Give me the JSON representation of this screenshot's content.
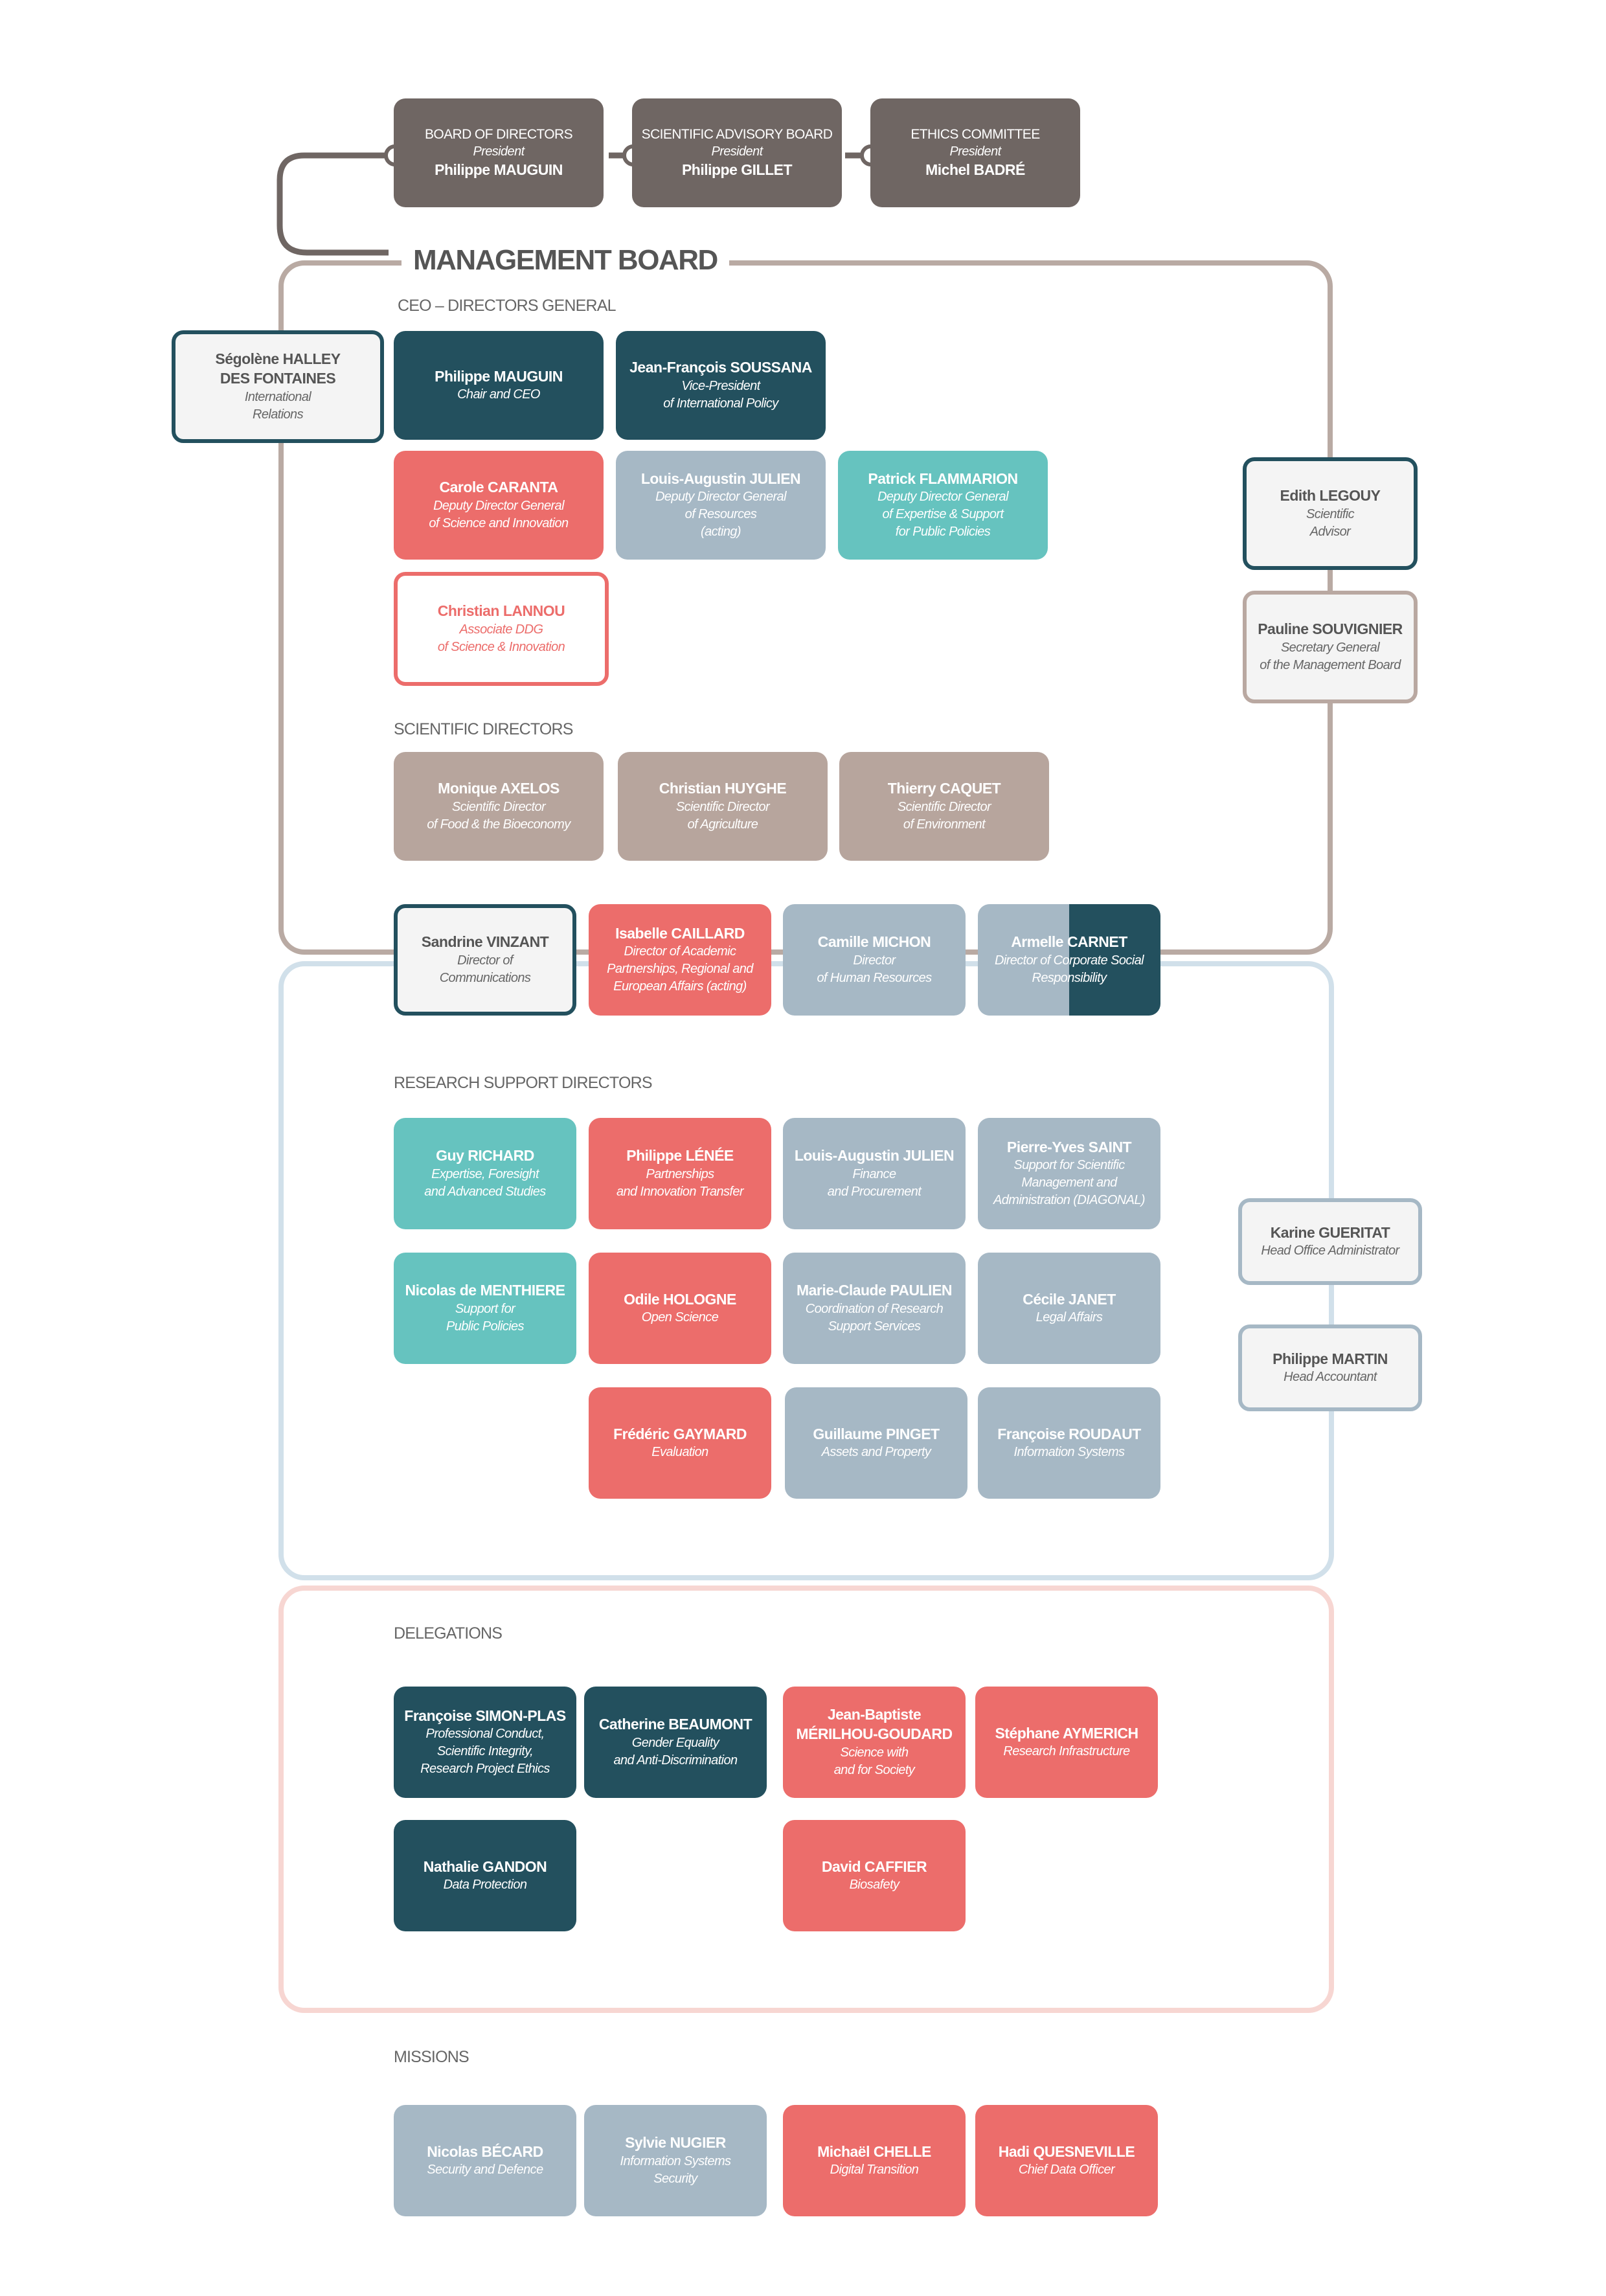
{
  "top_boards": [
    {
      "heading": "BOARD OF DIRECTORS",
      "role": "President",
      "name": "Philippe MAUGUIN"
    },
    {
      "heading": "SCIENTIFIC ADVISORY BOARD",
      "role": "President",
      "name": "Philippe GILLET"
    },
    {
      "heading": "ETHICS COMMITTEE",
      "role": "President",
      "name": "Michel BADRÉ"
    }
  ],
  "management_board": {
    "title": "MANAGEMENT BOARD",
    "ceo_label": "CEO – DIRECTORS GENERAL",
    "ceo_row1": [
      {
        "name": "Philippe MAUGUIN",
        "role": "Chair and CEO"
      },
      {
        "name": "Jean-François SOUSSANA",
        "role": "Vice-President\nof International Policy"
      }
    ],
    "ceo_row2": [
      {
        "name": "Carole CARANTA",
        "role": "Deputy Director General\nof Science and Innovation"
      },
      {
        "name": "Louis-Augustin JULIEN",
        "role": "Deputy Director General\nof Resources\n(acting)"
      },
      {
        "name": "Patrick FLAMMARION",
        "role": "Deputy Director General\nof Expertise & Support\nfor Public Policies"
      }
    ],
    "associate": {
      "name": "Christian LANNOU",
      "role": "Associate DDG\nof Science & Innovation"
    },
    "scientific_label": "SCIENTIFIC DIRECTORS",
    "scientific": [
      {
        "name": "Monique AXELOS",
        "role": "Scientific Director\nof Food  & the Bioeconomy"
      },
      {
        "name": "Christian HUYGHE",
        "role": "Scientific Director\nof Agriculture"
      },
      {
        "name": "Thierry CAQUET",
        "role": "Scientific Director\nof Environment"
      }
    ],
    "bottom_row": [
      {
        "name": "Sandrine VINZANT",
        "role": "Director of\nCommunications"
      },
      {
        "name": "Isabelle CAILLARD",
        "role": "Director of Academic\nPartnerships,  Regional and\nEuropean Affairs (acting)"
      },
      {
        "name": "Camille MICHON",
        "role": "Director\nof Human Resources"
      },
      {
        "name": "Armelle CARNET",
        "role": "Director of Corporate Social\nResponsibility"
      }
    ]
  },
  "side_cards": {
    "left": {
      "name_line1": "Ségolène HALLEY",
      "name_line2": "DES FONTAINES",
      "role": "International\nRelations"
    },
    "right": [
      {
        "name": "Edith LEGOUY",
        "role": "Scientific\nAdvisor"
      },
      {
        "name": "Pauline SOUVIGNIER",
        "role": "Secretary General\nof the Management Board"
      },
      {
        "name": "Karine GUERITAT",
        "role": "Head Office  Administrator"
      },
      {
        "name": "Philippe MARTIN",
        "role": "Head Accountant"
      }
    ]
  },
  "research_support": {
    "label": "RESEARCH SUPPORT DIRECTORS",
    "row1": [
      {
        "name": "Guy RICHARD",
        "role": "Expertise, Foresight\nand Advanced Studies"
      },
      {
        "name": "Philippe LÉNÉE",
        "role": "Partnerships\nand Innovation Transfer"
      },
      {
        "name": "Louis-Augustin JULIEN",
        "role": "Finance\nand Procurement"
      },
      {
        "name": "Pierre-Yves SAINT",
        "role": "Support for Scientific\nManagement and\nAdministration (DIAGONAL)"
      }
    ],
    "row2": [
      {
        "name": "Nicolas de MENTHIERE",
        "role": "Support for\nPublic Policies"
      },
      {
        "name": "Odile HOLOGNE",
        "role": "Open Science"
      },
      {
        "name": "Marie-Claude PAULIEN",
        "role": "Coordination of Research\nSupport Services"
      },
      {
        "name": "Cécile JANET",
        "role": "Legal Affairs"
      }
    ],
    "row3": [
      {
        "name": "Frédéric GAYMARD",
        "role": "Evaluation"
      },
      {
        "name": "Guillaume PINGET",
        "role": "Assets and Property"
      },
      {
        "name": "Françoise ROUDAUT",
        "role": "Information Systems"
      }
    ]
  },
  "delegations": {
    "label": "DELEGATIONS",
    "row1": [
      {
        "name": "Françoise SIMON-PLAS",
        "role": "Professional Conduct,\nScientific Integrity,\nResearch Project Ethics"
      },
      {
        "name": "Catherine BEAUMONT",
        "role": "Gender Equality\nand Anti-Discrimination"
      },
      {
        "name": "Jean-Baptiste\nMÉRILHOU-GOUDARD",
        "role": "Science with\nand for Society"
      },
      {
        "name": "Stéphane AYMERICH",
        "role": "Research Infrastructure"
      }
    ],
    "row2": [
      {
        "name": "Nathalie GANDON",
        "role": "Data Protection"
      },
      {
        "name": "David CAFFIER",
        "role": "Biosafety"
      }
    ]
  },
  "missions": {
    "label": "MISSIONS",
    "items": [
      {
        "name": "Nicolas BÉCARD",
        "role": "Security and Defence"
      },
      {
        "name": "Sylvie NUGIER",
        "role": "Information Systems\nSecurity"
      },
      {
        "name": "Michaël CHELLE",
        "role": "Digital Transition"
      },
      {
        "name": "Hadi QUESNEVILLE",
        "role": "Chief Data Officer"
      }
    ]
  }
}
